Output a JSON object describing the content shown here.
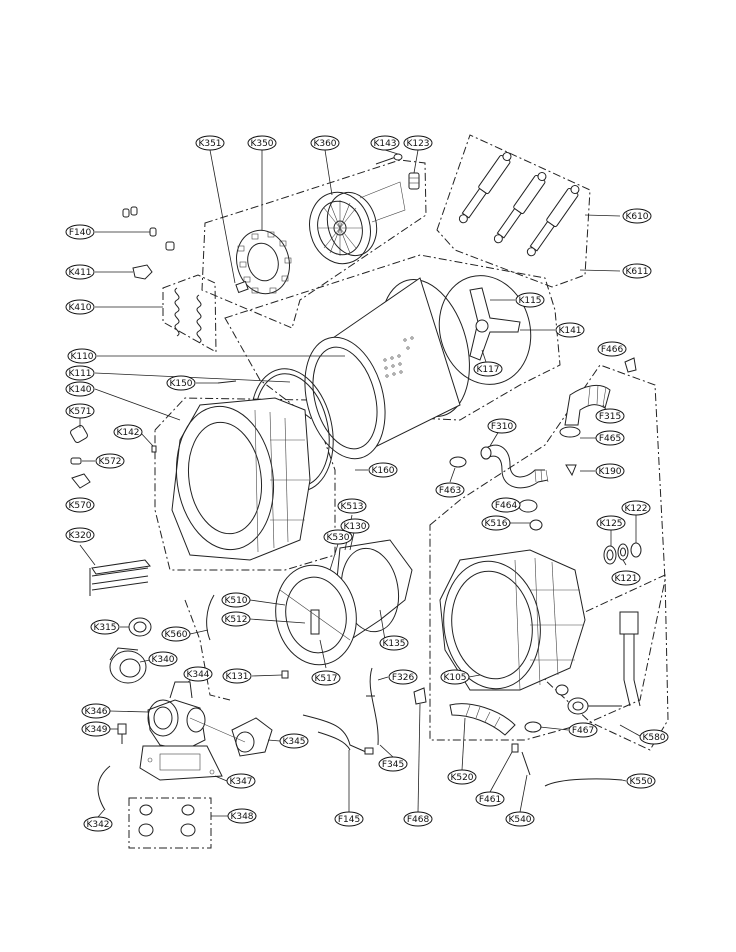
{
  "labels": [
    {
      "id": "K351",
      "text": "K351"
    },
    {
      "id": "K350",
      "text": "K350"
    },
    {
      "id": "K360",
      "text": "K360"
    },
    {
      "id": "K143",
      "text": "K143"
    },
    {
      "id": "K123",
      "text": "K123"
    },
    {
      "id": "F140",
      "text": "F140"
    },
    {
      "id": "K411",
      "text": "K411"
    },
    {
      "id": "K410",
      "text": "K410"
    },
    {
      "id": "K610",
      "text": "K610"
    },
    {
      "id": "K611",
      "text": "K611"
    },
    {
      "id": "K115",
      "text": "K115"
    },
    {
      "id": "K141",
      "text": "K141"
    },
    {
      "id": "K110",
      "text": "K110"
    },
    {
      "id": "K111",
      "text": "K111"
    },
    {
      "id": "K117",
      "text": "K117"
    },
    {
      "id": "F466",
      "text": "F466"
    },
    {
      "id": "K140",
      "text": "K140"
    },
    {
      "id": "K150",
      "text": "K150"
    },
    {
      "id": "K571",
      "text": "K571"
    },
    {
      "id": "K142",
      "text": "K142"
    },
    {
      "id": "K572",
      "text": "K572"
    },
    {
      "id": "K570",
      "text": "K570"
    },
    {
      "id": "F315",
      "text": "F315"
    },
    {
      "id": "F310",
      "text": "F310"
    },
    {
      "id": "F465",
      "text": "F465"
    },
    {
      "id": "K160",
      "text": "K160"
    },
    {
      "id": "K190",
      "text": "K190"
    },
    {
      "id": "F463",
      "text": "F463"
    },
    {
      "id": "K513",
      "text": "K513"
    },
    {
      "id": "F464",
      "text": "F464"
    },
    {
      "id": "K130",
      "text": "K130"
    },
    {
      "id": "K516",
      "text": "K516"
    },
    {
      "id": "K122",
      "text": "K122"
    },
    {
      "id": "K125",
      "text": "K125"
    },
    {
      "id": "K320",
      "text": "K320"
    },
    {
      "id": "K530",
      "text": "K530"
    },
    {
      "id": "K121",
      "text": "K121"
    },
    {
      "id": "K510",
      "text": "K510"
    },
    {
      "id": "K512",
      "text": "K512"
    },
    {
      "id": "K315",
      "text": "K315"
    },
    {
      "id": "K560",
      "text": "K560"
    },
    {
      "id": "K135",
      "text": "K135"
    },
    {
      "id": "K340",
      "text": "K340"
    },
    {
      "id": "K344",
      "text": "K344"
    },
    {
      "id": "K131",
      "text": "K131"
    },
    {
      "id": "K517",
      "text": "K517"
    },
    {
      "id": "F326",
      "text": "F326"
    },
    {
      "id": "K105",
      "text": "K105"
    },
    {
      "id": "K346",
      "text": "K346"
    },
    {
      "id": "K349",
      "text": "K349"
    },
    {
      "id": "K345",
      "text": "K345"
    },
    {
      "id": "F467",
      "text": "F467"
    },
    {
      "id": "K580",
      "text": "K580"
    },
    {
      "id": "K347",
      "text": "K347"
    },
    {
      "id": "F345",
      "text": "F345"
    },
    {
      "id": "K520",
      "text": "K520"
    },
    {
      "id": "K550",
      "text": "K550"
    },
    {
      "id": "F461",
      "text": "F461"
    },
    {
      "id": "K342",
      "text": "K342"
    },
    {
      "id": "K348",
      "text": "K348"
    },
    {
      "id": "F145",
      "text": "F145"
    },
    {
      "id": "F468",
      "text": "F468"
    },
    {
      "id": "K540",
      "text": "K540"
    }
  ]
}
